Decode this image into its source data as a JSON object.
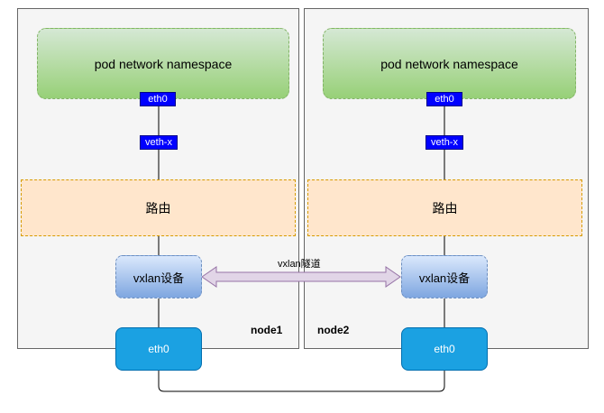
{
  "nodes": [
    {
      "name": "node1",
      "pod_namespace": "pod network namespace",
      "pod_eth": "eth0",
      "veth": "veth-x",
      "routing": "路由",
      "vxlan_device": "vxlan设备",
      "nic": "eth0"
    },
    {
      "name": "node2",
      "pod_namespace": "pod network namespace",
      "pod_eth": "eth0",
      "veth": "veth-x",
      "routing": "路由",
      "vxlan_device": "vxlan设备",
      "nic": "eth0"
    }
  ],
  "tunnel": {
    "label": "vxlan隧道"
  }
}
